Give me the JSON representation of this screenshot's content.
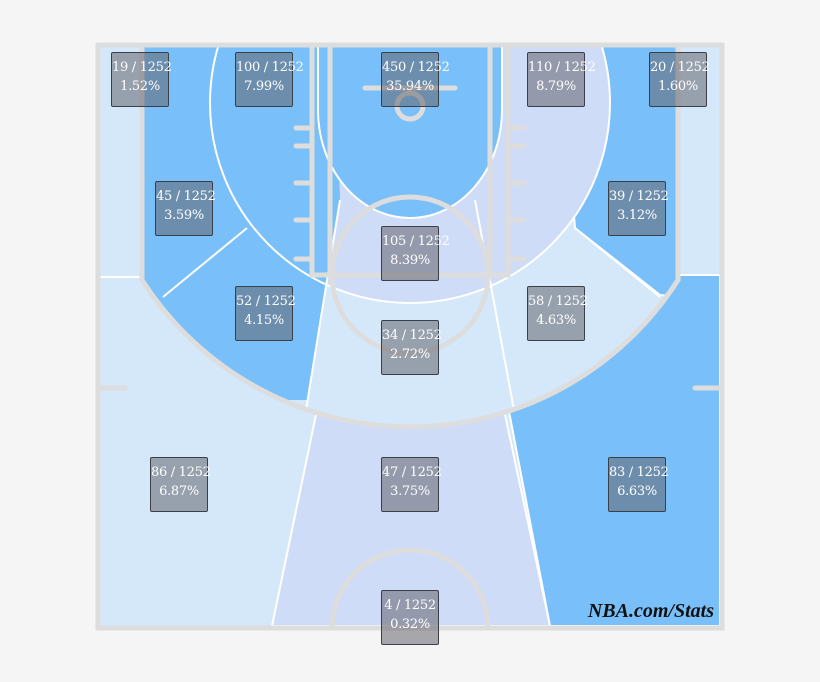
{
  "colors": {
    "high": "#79bff9",
    "average": "#cfdcf8",
    "low": "#d4e8fa",
    "lines": "#dddddd"
  },
  "watermark": "NBA.com/Stats",
  "zones": [
    {
      "id": "left-corner-3",
      "made": "19 / 1252",
      "pct": "1.52%"
    },
    {
      "id": "left-baseline-mid",
      "made": "100 / 1252",
      "pct": "7.99%"
    },
    {
      "id": "restricted-area",
      "made": "450 / 1252",
      "pct": "35.94%"
    },
    {
      "id": "right-baseline-mid",
      "made": "110 / 1252",
      "pct": "8.79%"
    },
    {
      "id": "right-corner-3",
      "made": "20 / 1252",
      "pct": "1.60%"
    },
    {
      "id": "left-long-baseline",
      "made": "45 / 1252",
      "pct": "3.59%"
    },
    {
      "id": "right-long-baseline",
      "made": "39 / 1252",
      "pct": "3.12%"
    },
    {
      "id": "paint-non-ra",
      "made": "105 / 1252",
      "pct": "8.39%"
    },
    {
      "id": "left-wing-mid",
      "made": "52 / 1252",
      "pct": "4.15%"
    },
    {
      "id": "right-wing-mid",
      "made": "58 / 1252",
      "pct": "4.63%"
    },
    {
      "id": "center-mid",
      "made": "34 / 1252",
      "pct": "2.72%"
    },
    {
      "id": "left-wing-3",
      "made": "86 / 1252",
      "pct": "6.87%"
    },
    {
      "id": "center-3",
      "made": "47 / 1252",
      "pct": "3.75%"
    },
    {
      "id": "right-wing-3",
      "made": "83 / 1252",
      "pct": "6.63%"
    },
    {
      "id": "backcourt",
      "made": "4 / 1252",
      "pct": "0.32%"
    }
  ]
}
